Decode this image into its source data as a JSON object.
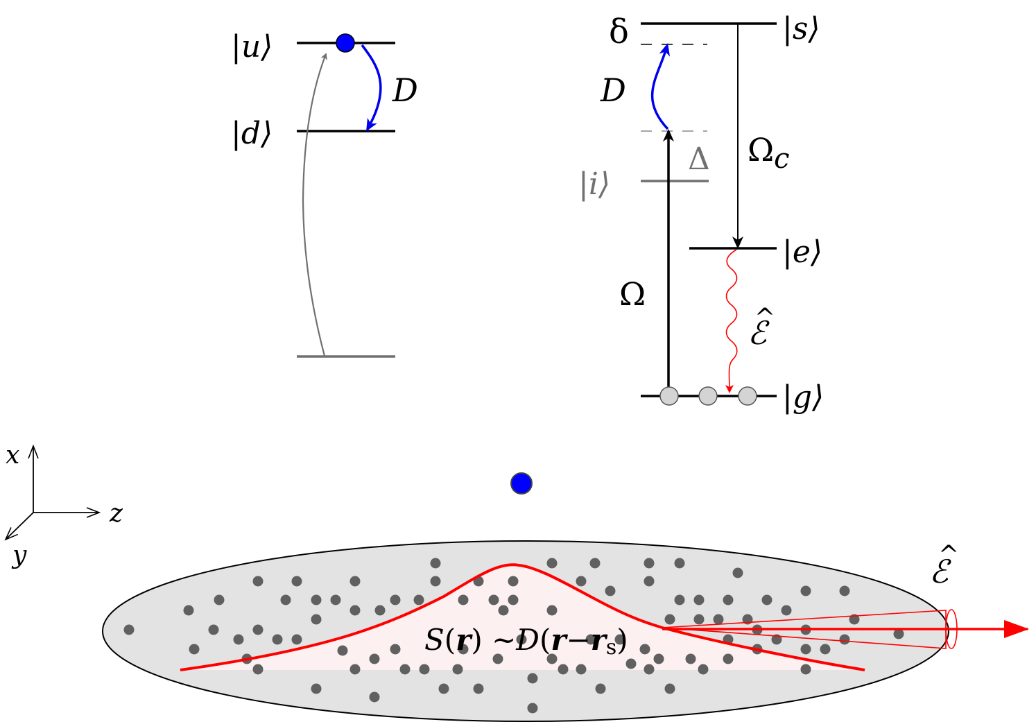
{
  "left_scheme": {
    "state_u": "|u⟩",
    "state_d": "|d⟩",
    "coupling_label": "D",
    "colors": {
      "levels": "#000000",
      "ground": "#707070",
      "excite_arrow": "#707070",
      "coupling_arrow": "#0000ee",
      "impurity": "#0000ff"
    }
  },
  "right_scheme": {
    "state_s": "|s⟩",
    "state_i": "|i⟩",
    "state_e": "|e⟩",
    "state_g": "|g⟩",
    "delta_small": "δ",
    "delta_big": "Δ",
    "coupling_label": "D",
    "omega_c_main": "Ω",
    "omega_c_sub": "c",
    "omega_probe": "Ω",
    "field_label": "ℰ",
    "field_hat": "^",
    "colors": {
      "intermediate": "#707070",
      "field_arrow": "#ff0000",
      "coupling_arrow": "#0000ee"
    }
  },
  "axes": {
    "x": "x",
    "y": "y",
    "z": "z"
  },
  "ensemble": {
    "formula_S": "S",
    "formula_r1": "r",
    "formula_tilde": "~",
    "formula_D": "D",
    "formula_r2": "r",
    "formula_minus": "−",
    "formula_r3": "r",
    "formula_sub": "s",
    "output_field": "ℰ",
    "output_field_hat": "^",
    "colors": {
      "cloud": "#e3e3e3",
      "atoms": "#606060",
      "profile": "#ff0000",
      "profile_fill": "#fdf0f0",
      "beam": "#ff0000"
    }
  }
}
